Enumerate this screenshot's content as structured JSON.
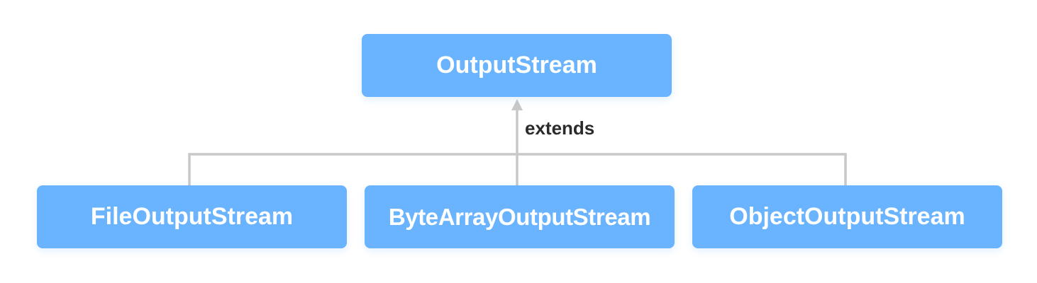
{
  "diagram": {
    "parent": {
      "label": "OutputStream"
    },
    "relation": {
      "label": "extends"
    },
    "children": [
      {
        "label": "FileOutputStream"
      },
      {
        "label": "ByteArrayOutputStream"
      },
      {
        "label": "ObjectOutputStream"
      }
    ],
    "colors": {
      "node_fill": "#6ab4ff",
      "node_text": "#ffffff",
      "connector": "#c8c8c8",
      "label_text": "#2b2b2b"
    }
  }
}
